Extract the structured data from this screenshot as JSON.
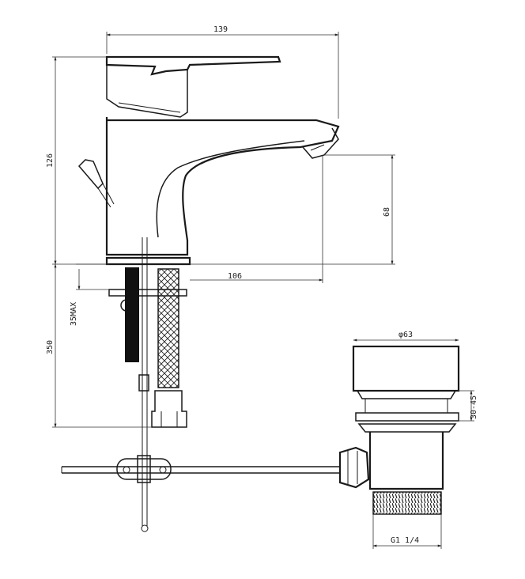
{
  "dimensions": {
    "width_top": "139",
    "height_total": "126",
    "spout_height": "68",
    "spout_reach": "106",
    "counter_max": "35MAX",
    "hose_length": "350",
    "waste_diameter": "φ63",
    "waste_range": "30-45",
    "waste_thread": "G1 1/4"
  },
  "colors": {
    "line": "#1a1a1a",
    "background": "#ffffff"
  }
}
